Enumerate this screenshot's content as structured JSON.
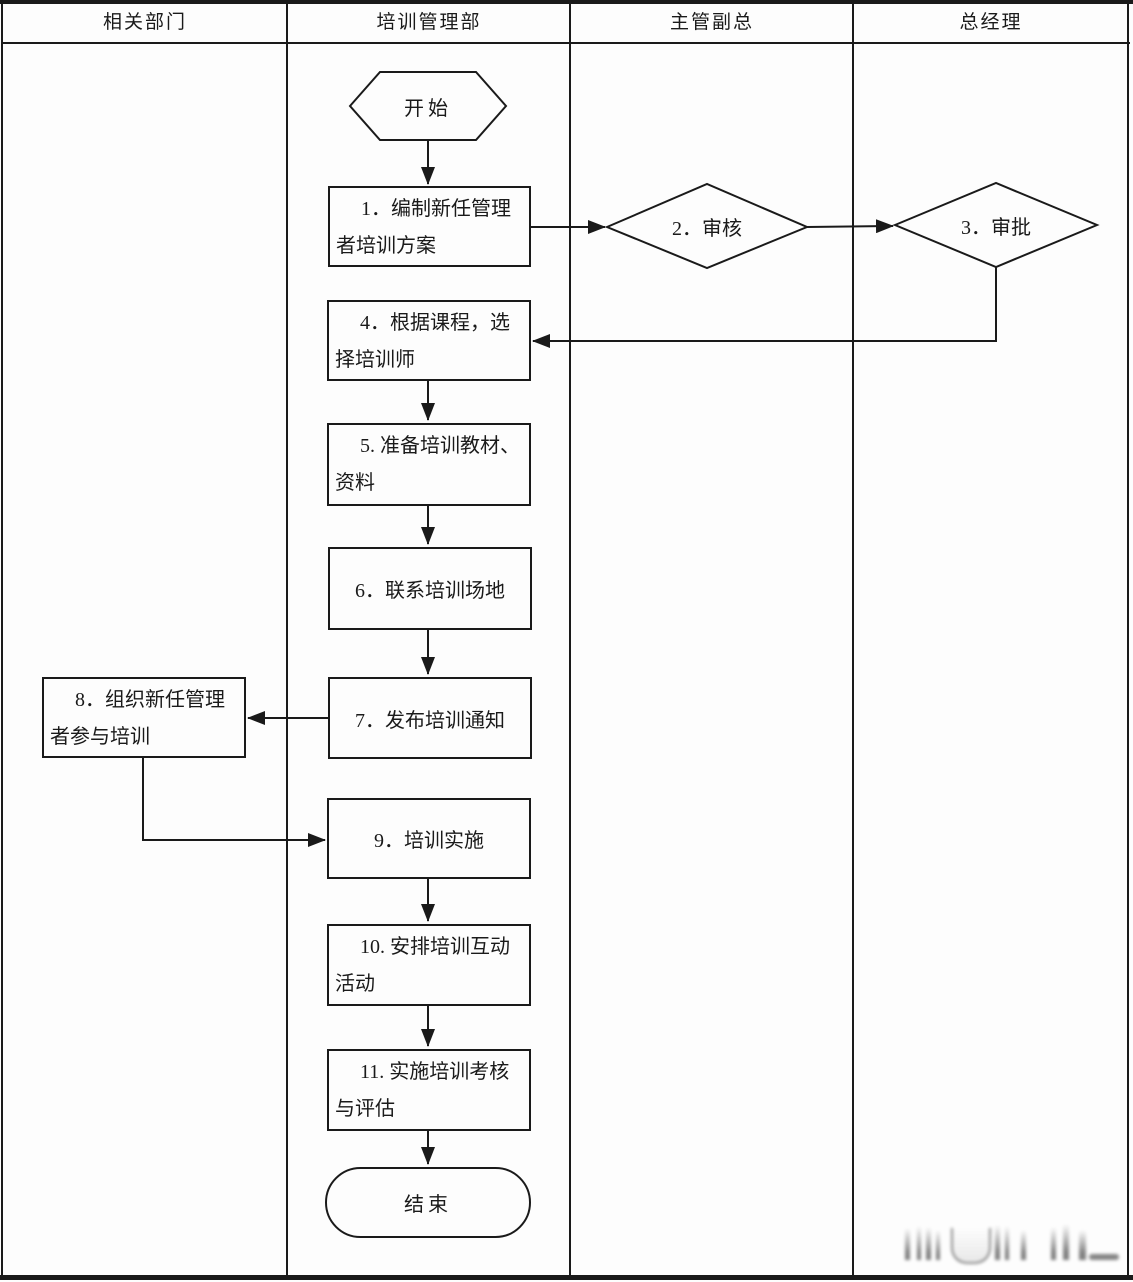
{
  "lanes": [
    {
      "label": "相关部门"
    },
    {
      "label": "培训管理部"
    },
    {
      "label": "主管副总"
    },
    {
      "label": "总经理"
    }
  ],
  "nodes": {
    "start": {
      "shape": "hexagon",
      "label": "开始"
    },
    "step1": {
      "shape": "rect",
      "label": "1．编制新任管理\n者培训方案"
    },
    "step2": {
      "shape": "diamond",
      "label": "2．审核"
    },
    "step3": {
      "shape": "diamond",
      "label": "3．审批"
    },
    "step4": {
      "shape": "rect",
      "label": "4．根据课程，选\n择培训师"
    },
    "step5": {
      "shape": "rect",
      "label": "5. 准备培训教材、\n资料"
    },
    "step6": {
      "shape": "rect",
      "label": "6．联系培训场地"
    },
    "step7": {
      "shape": "rect",
      "label": "7．发布培训通知"
    },
    "step8": {
      "shape": "rect",
      "label": "8．组织新任管理\n者参与培训"
    },
    "step9": {
      "shape": "rect",
      "label": "9．培训实施"
    },
    "step10": {
      "shape": "rect",
      "label": "10. 安排培训互动\n活动"
    },
    "step11": {
      "shape": "rect",
      "label": "11. 实施培训考核\n与评估"
    },
    "end": {
      "shape": "stadium",
      "label": "结束"
    }
  },
  "colors": {
    "line": "#1a1a1a",
    "background": "#fdfdfd",
    "text": "#1a1a1a"
  }
}
